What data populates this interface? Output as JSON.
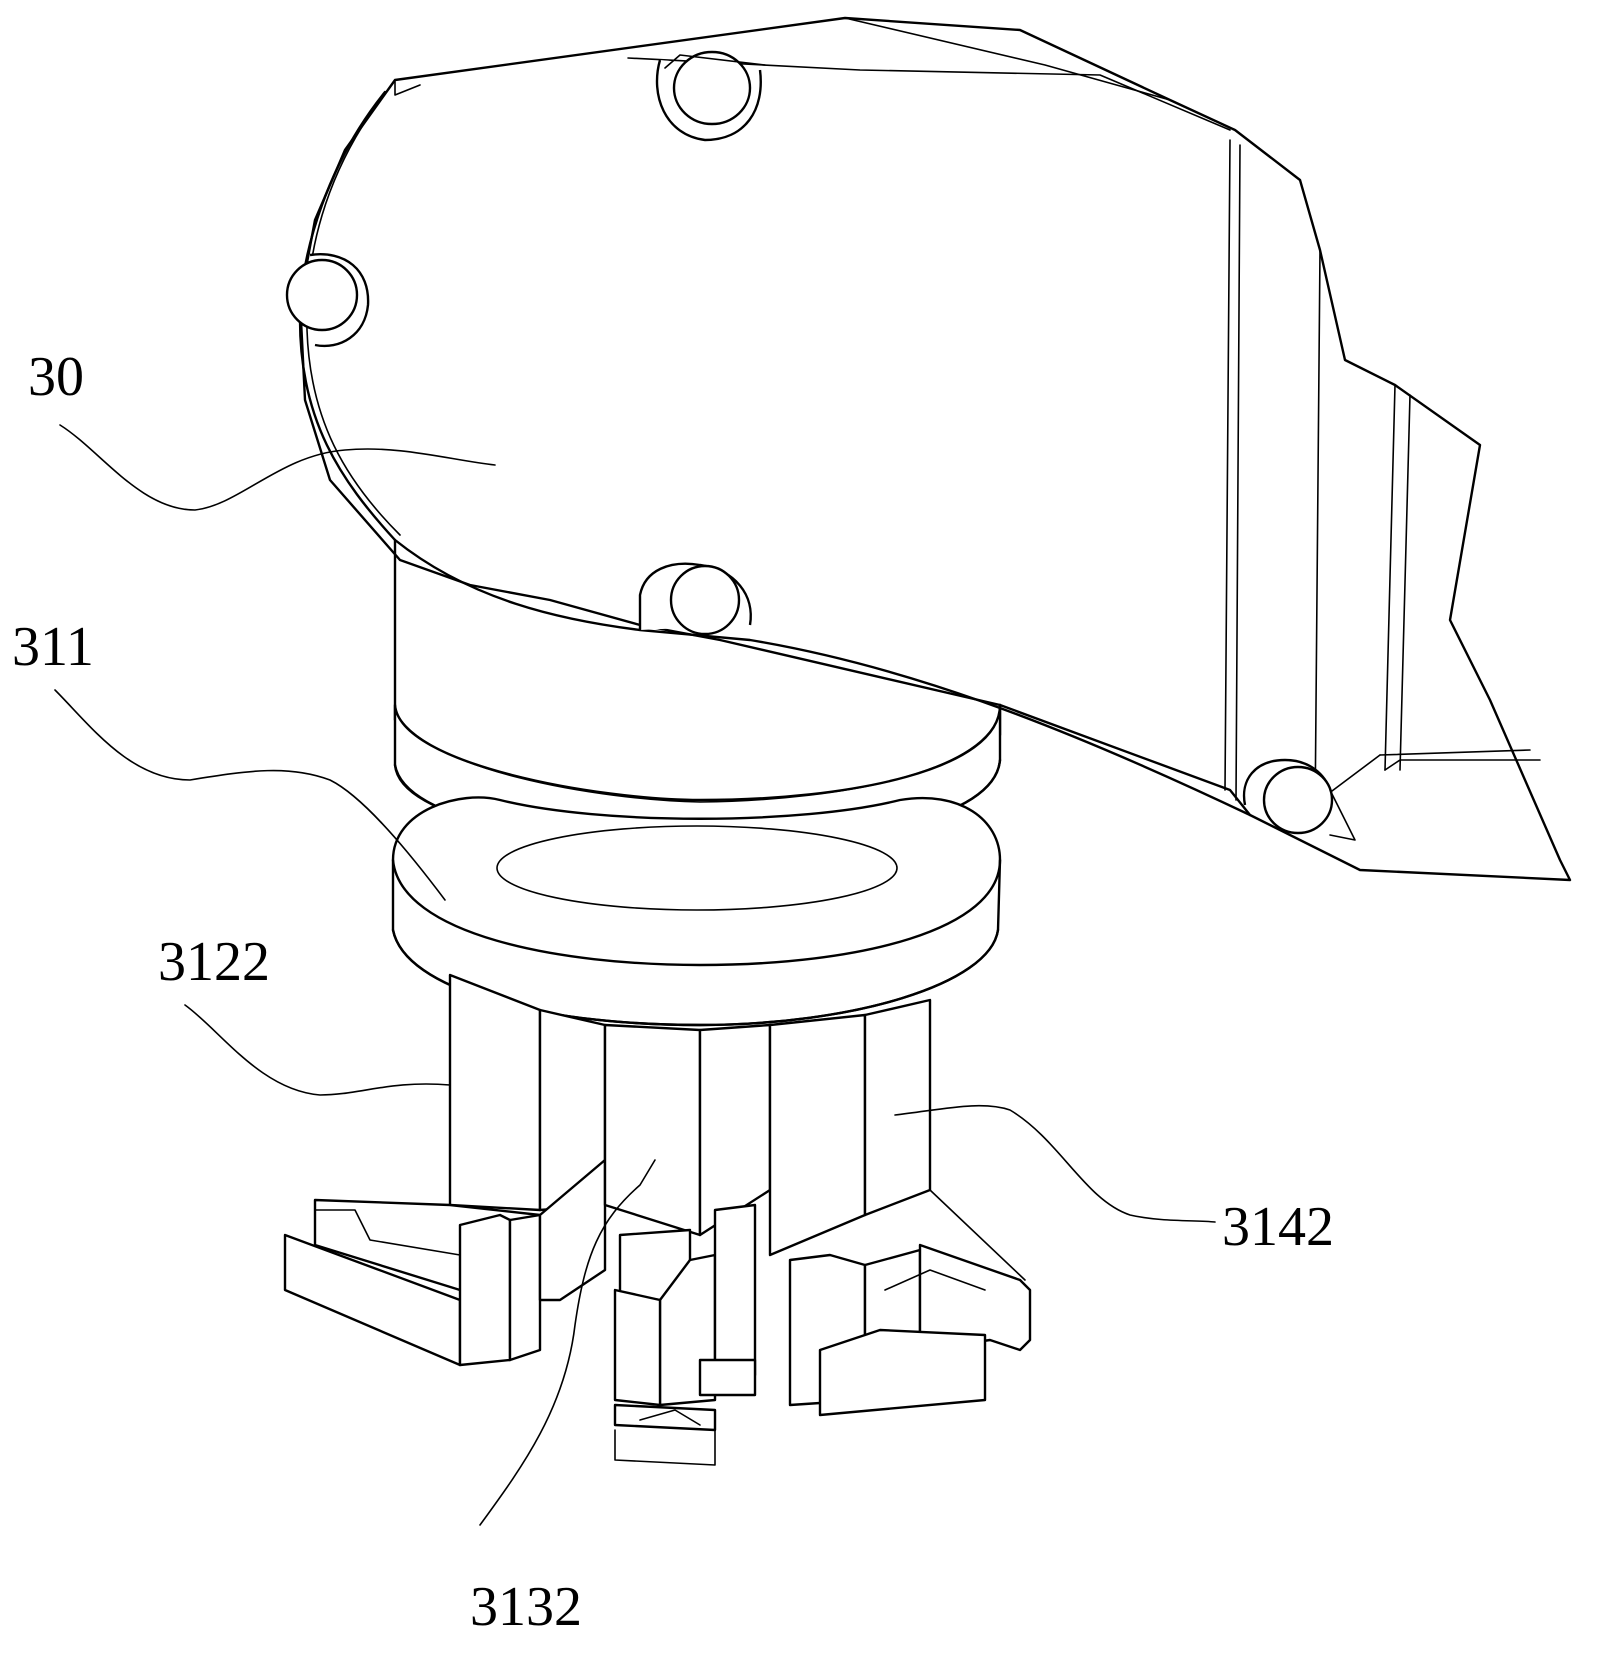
{
  "labels": {
    "housing": "30",
    "turntable": "311",
    "jaw_left": "3122",
    "jaw_middle": "3132",
    "jaw_right": "3142"
  }
}
